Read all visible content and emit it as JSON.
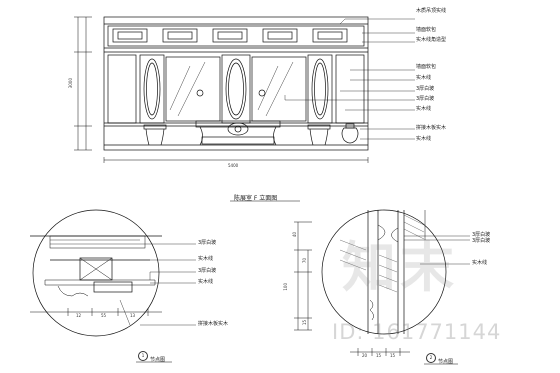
{
  "elevation": {
    "title": "陈展室 F 立面图",
    "labels_right": [
      "木质吊顶实线",
      "墙面软包",
      "实木线角造型",
      "墙面软包",
      "实木线",
      "3厚白玻",
      "3厚白玻",
      "实木线",
      "拼接木板实木",
      "实木线"
    ],
    "dim_bottom": "5400",
    "dim_left": "3000"
  },
  "detail1": {
    "bubble": "1",
    "caption": "节点图",
    "labels": [
      "3厚白玻",
      "实木线",
      "3厚白玻",
      "实木线",
      "拼接木板实木"
    ],
    "dims": [
      "12",
      "55",
      "13"
    ]
  },
  "detail2": {
    "bubble": "2",
    "caption": "节点图",
    "labels": [
      "3厚白玻",
      "3厚白玻",
      "实木线"
    ],
    "dims_left": [
      "40",
      "100",
      "70",
      "15"
    ],
    "dims_bottom": [
      "20",
      "15",
      "15"
    ]
  },
  "watermark": {
    "brand": "知末",
    "id_text": "ID: 161771144"
  }
}
